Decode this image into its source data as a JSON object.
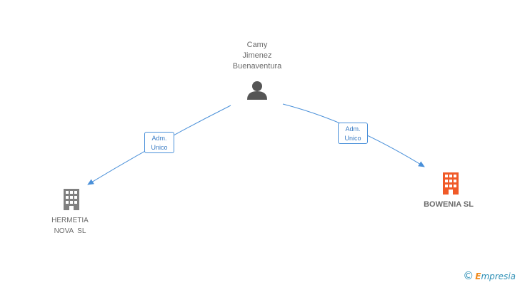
{
  "person": {
    "name_lines": [
      "Camy",
      "Jimenez",
      "Buenaventura"
    ],
    "icon": "person-icon"
  },
  "companies": [
    {
      "name_lines": [
        "HERMETIA",
        "NOVA  SL"
      ],
      "icon": "building-icon",
      "color": "#808080"
    },
    {
      "name_lines": [
        "BOWENIA SL"
      ],
      "icon": "building-icon",
      "color": "#f05a28"
    }
  ],
  "relations": [
    {
      "label_lines": [
        "Adm.",
        "Unico"
      ],
      "from": "person",
      "to": "HERMETIA NOVA SL"
    },
    {
      "label_lines": [
        "Adm.",
        "Unico"
      ],
      "from": "person",
      "to": "BOWENIA SL"
    }
  ],
  "colors": {
    "edge": "#4a90d9",
    "person_icon": "#555555",
    "company_highlight": "#f05a28",
    "company_default": "#808080"
  },
  "watermark": {
    "copyright_symbol": "©",
    "brand_first": "E",
    "brand_rest": "mpresia"
  }
}
